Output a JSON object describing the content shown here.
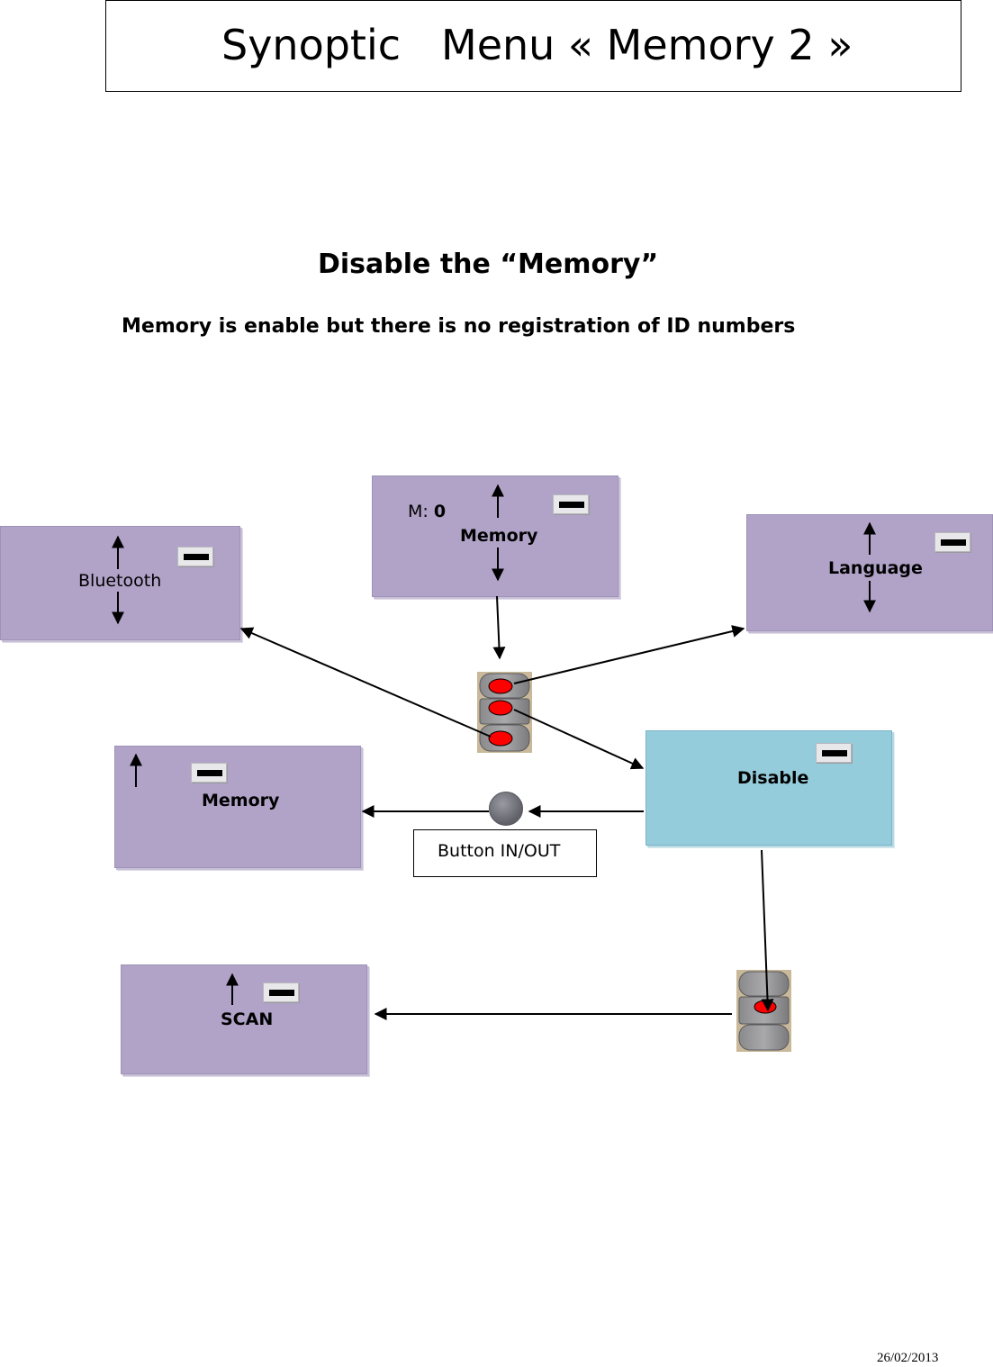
{
  "title": {
    "part1": "Synoptic",
    "part2": "Menu « Memory 2 »"
  },
  "heading": "Disable the “Memory”",
  "subheading": "Memory is enable but there is no registration of  ID numbers",
  "screens": {
    "bluetooth": {
      "label": "Bluetooth"
    },
    "memory_top": {
      "m_label": "M: ",
      "m_value": "0",
      "label": "Memory"
    },
    "language": {
      "label": "Language"
    },
    "memory_left": {
      "label": "Memory"
    },
    "disable": {
      "label": "Disable"
    },
    "scan": {
      "label": "SCAN"
    }
  },
  "button_inout": {
    "label": "Button IN/OUT"
  },
  "date": "26/02/2013",
  "icons": [
    "battery-icon",
    "arrow-up-icon",
    "arrow-down-icon",
    "remote-three-button-icon",
    "remote-one-button-icon",
    "round-button-icon"
  ],
  "colors": {
    "screen_purple": "#b1a3c8",
    "screen_blue": "#94ccdc",
    "remote_red": "#ff0000"
  }
}
